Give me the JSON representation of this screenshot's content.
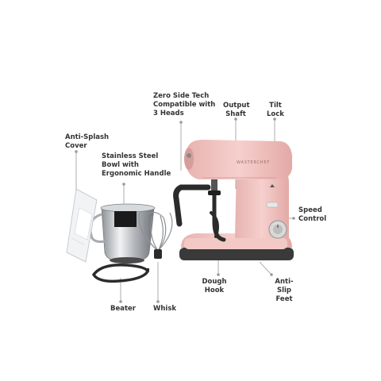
{
  "labels": {
    "zero_side_tech": "Zero Side Tech\nCompatible with\n3 Heads",
    "output_shaft": "Output\nShaft",
    "tilt_lock": "Tilt\nLock",
    "anti_splash_cover": "Anti-Splash\nCover",
    "stainless_steel_bowl": "Stainless Steel\nBowl with\nErgonomic Handle",
    "speed_control": "Speed\nControl",
    "dough_hook": "Dough\nHook",
    "anti_slip_feet": "Anti-Slip\nFeet",
    "beater": "Beater",
    "whisk": "Whisk"
  },
  "brand_text": "WASTERCHEF",
  "colors": {
    "body": "#f3c9c6",
    "body_shade": "#e9b4b1",
    "accent_dark": "#2b2b2b",
    "steel": "#c9ccd0",
    "leader": "#9a9a9a",
    "text": "#333333"
  },
  "icons": [
    "mixer-body-icon",
    "bowl-icon",
    "splash-cover-icon",
    "dough-hook-icon",
    "whisk-icon",
    "beater-icon",
    "speed-knob-icon"
  ]
}
